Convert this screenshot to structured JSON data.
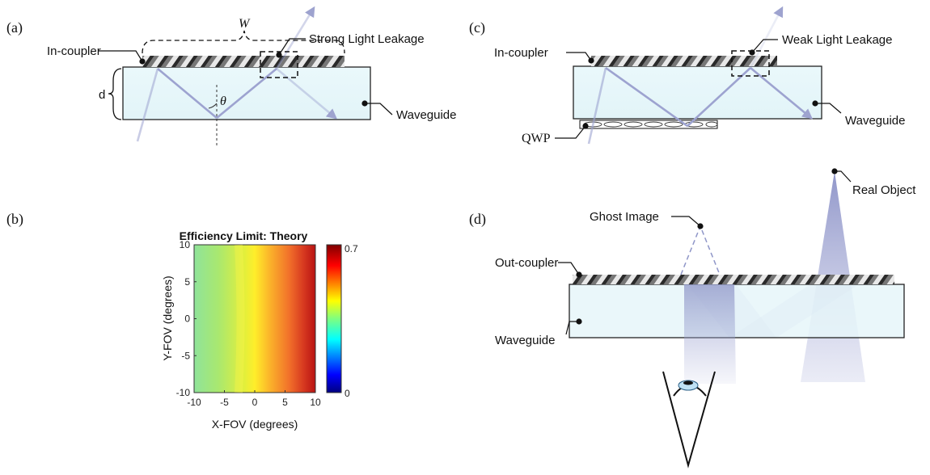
{
  "panels": {
    "a": "(a)",
    "b": "(b)",
    "c": "(c)",
    "d": "(d)"
  },
  "panel_a": {
    "in_coupler": "In-coupler",
    "width_symbol": "W",
    "leakage": "Strong Light Leakage",
    "thickness": "d",
    "angle": "θ",
    "waveguide": "Waveguide"
  },
  "panel_c": {
    "in_coupler": "In-coupler",
    "leakage": "Weak Light Leakage",
    "waveguide": "Waveguide",
    "qwp": "QWP"
  },
  "panel_d": {
    "ghost_image": "Ghost Image",
    "real_object": "Real Object",
    "out_coupler": "Out-coupler",
    "waveguide": "Waveguide"
  },
  "chart_data": {
    "type": "heatmap",
    "title": "Efficiency Limit: Theory",
    "xlabel": "X-FOV (degrees)",
    "ylabel": "Y-FOV (degrees)",
    "xlim": [
      -10,
      10
    ],
    "ylim": [
      -10,
      10
    ],
    "xticks": [
      "-10",
      "-5",
      "0",
      "5",
      "10"
    ],
    "yticks": [
      "10",
      "5",
      "0",
      "-5",
      "-10"
    ],
    "colorbar": {
      "min": 0,
      "max": 0.7,
      "labels": [
        "0.7",
        "0"
      ],
      "colormap": "jet"
    },
    "trend": "efficiency increases from left (about 0.35) to right (about 0.7) along X-FOV, nearly constant along Y-FOV"
  }
}
